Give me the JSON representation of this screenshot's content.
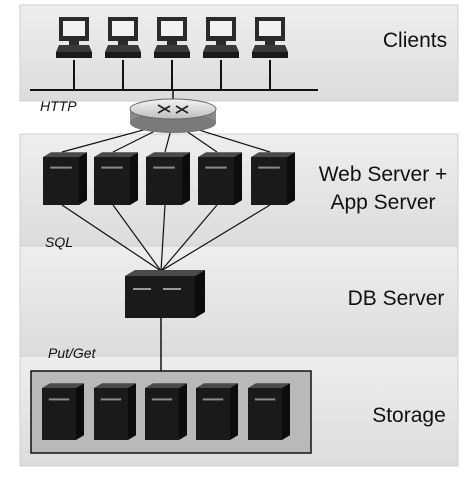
{
  "tiers": {
    "clients": "Clients",
    "web_app_line1": "Web Server +",
    "web_app_line2": "App Server",
    "db": "DB Server",
    "storage": "Storage"
  },
  "protocols": {
    "http": "HTTP",
    "sql": "SQL",
    "putget": "Put/Get"
  },
  "nodes": {
    "client_count": 5,
    "web_server_count": 5,
    "db_server_count": 1,
    "storage_count": 5
  },
  "colors": {
    "panel": "#e6e6e6",
    "panel_dark": "#d4d4d4",
    "storage_bg": "#b8b8b8",
    "node_fill": "#1a1a1a"
  }
}
